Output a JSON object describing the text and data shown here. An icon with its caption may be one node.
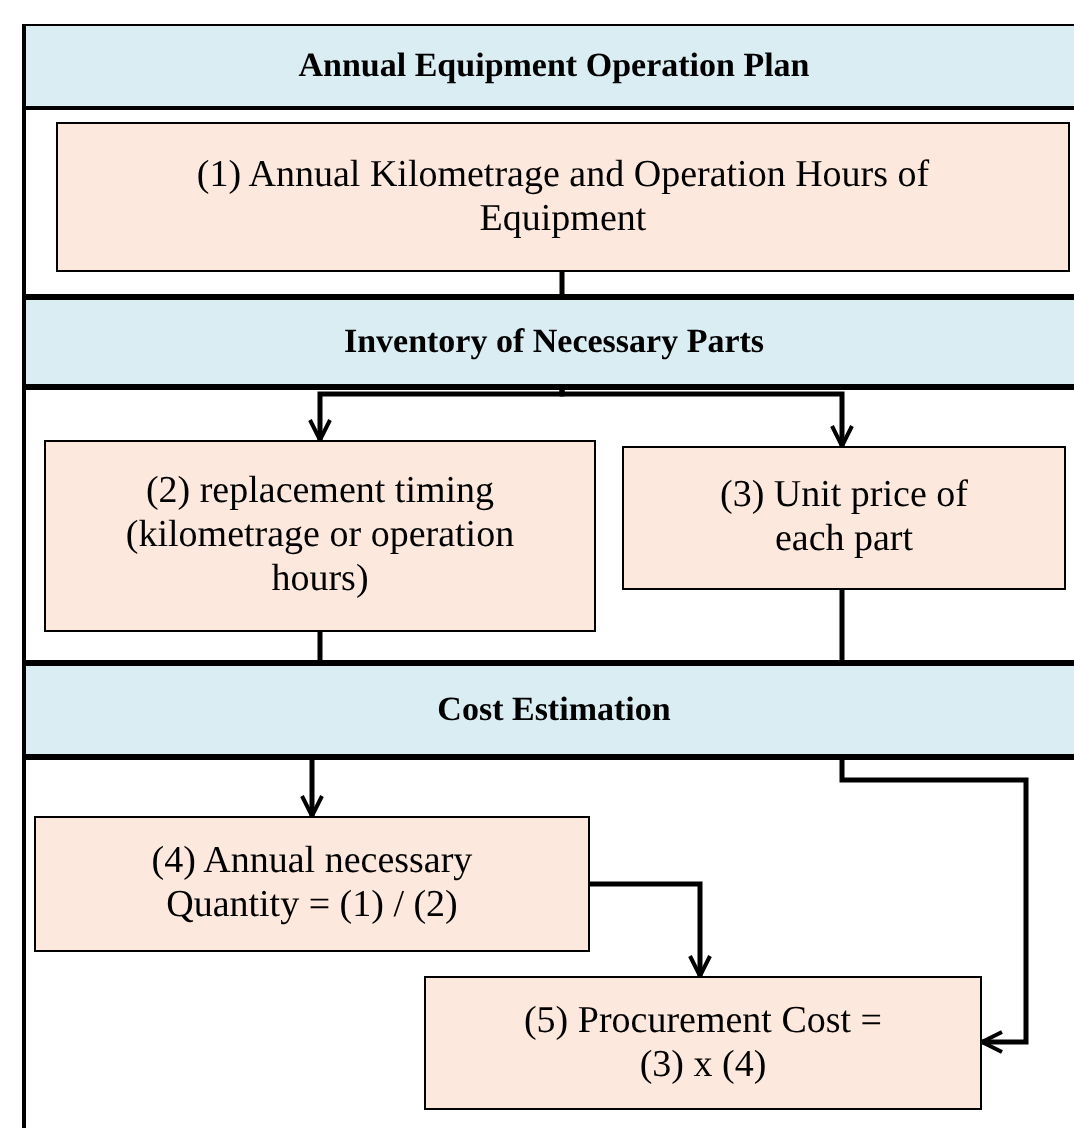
{
  "diagram": {
    "nodes": [
      {
        "text": [
          "Annual Equipment Operation Plan"
        ]
      },
      {
        "text": [
          "(1) Annual Kilometrage and Operation Hours of Equipment"
        ]
      },
      {
        "text": [
          "Inventory of Necessary Parts"
        ]
      },
      {
        "text": [
          "(2) replacement timing (kilometrage or operation hours)"
        ]
      },
      {
        "text": [
          "(3) Unit price of each part"
        ]
      },
      {
        "text": [
          "Cost Estimation"
        ]
      },
      {
        "text": [
          "(4) Annual necessary Quantity = (1) / (2)"
        ]
      },
      {
        "text": [
          "(5) Procurement Cost = (3) x (4)"
        ]
      }
    ],
    "edges": [
      {
        "from": 1,
        "to": 2,
        "arrow": "none"
      },
      {
        "from": 2,
        "to": 3,
        "arrow": "to"
      },
      {
        "from": 2,
        "to": 4,
        "arrow": "to"
      },
      {
        "from": 3,
        "to": 5,
        "arrow": "none"
      },
      {
        "from": 4,
        "to": 5,
        "arrow": "none"
      },
      {
        "from": 5,
        "to": 6,
        "arrow": "to"
      },
      {
        "from": 5,
        "to": 7,
        "arrow": "to"
      },
      {
        "from": 6,
        "to": 7,
        "arrow": "to"
      }
    ]
  }
}
